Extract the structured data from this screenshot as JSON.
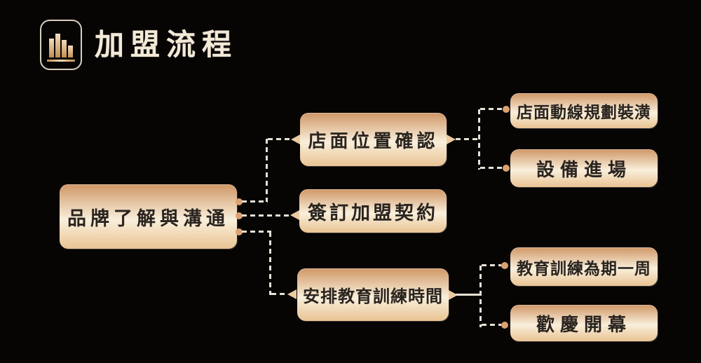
{
  "title": "加盟流程",
  "header_icon": "bar-chart-icon",
  "nodes": [
    {
      "id": "root",
      "label": "品牌了解與溝通"
    },
    {
      "id": "m1",
      "label": "店面位置確認"
    },
    {
      "id": "m2",
      "label": "簽訂加盟契約"
    },
    {
      "id": "m3",
      "label": "安排教育訓練時間"
    },
    {
      "id": "r1",
      "label": "店面動線規劃裝潢"
    },
    {
      "id": "r2",
      "label": "設備進場"
    },
    {
      "id": "r3",
      "label": "教育訓練為期一周"
    },
    {
      "id": "r4",
      "label": "歡慶開幕"
    }
  ],
  "edges": [
    {
      "from": "品牌了解與溝通",
      "to": "店面位置確認",
      "style": "dashed"
    },
    {
      "from": "品牌了解與溝通",
      "to": "簽訂加盟契約",
      "style": "dashed"
    },
    {
      "from": "品牌了解與溝通",
      "to": "安排教育訓練時間",
      "style": "dashed"
    },
    {
      "from": "店面位置確認",
      "to": "店面動線規劃裝潢",
      "style": "dashed"
    },
    {
      "from": "店面位置確認",
      "to": "設備進場",
      "style": "dashed"
    },
    {
      "from": "安排教育訓練時間",
      "to": "教育訓練為期一周",
      "style": "dashed"
    },
    {
      "from": "安排教育訓練時間",
      "to": "歡慶開幕",
      "style": "dashed"
    }
  ],
  "colors": {
    "bg": "#070404",
    "box-top": "#cf9766",
    "box-mid": "#f9efdb",
    "box-bottom": "#e9c393",
    "node-text": "#2a241f",
    "title": "#f2e9d6",
    "dash": "#e7e1d4",
    "dot": "#dca172",
    "arrow": "#eccaa0",
    "icon-border": "#d8cfc0",
    "bar-top": "#f2ddbb",
    "bar-bottom": "#c18d51"
  }
}
